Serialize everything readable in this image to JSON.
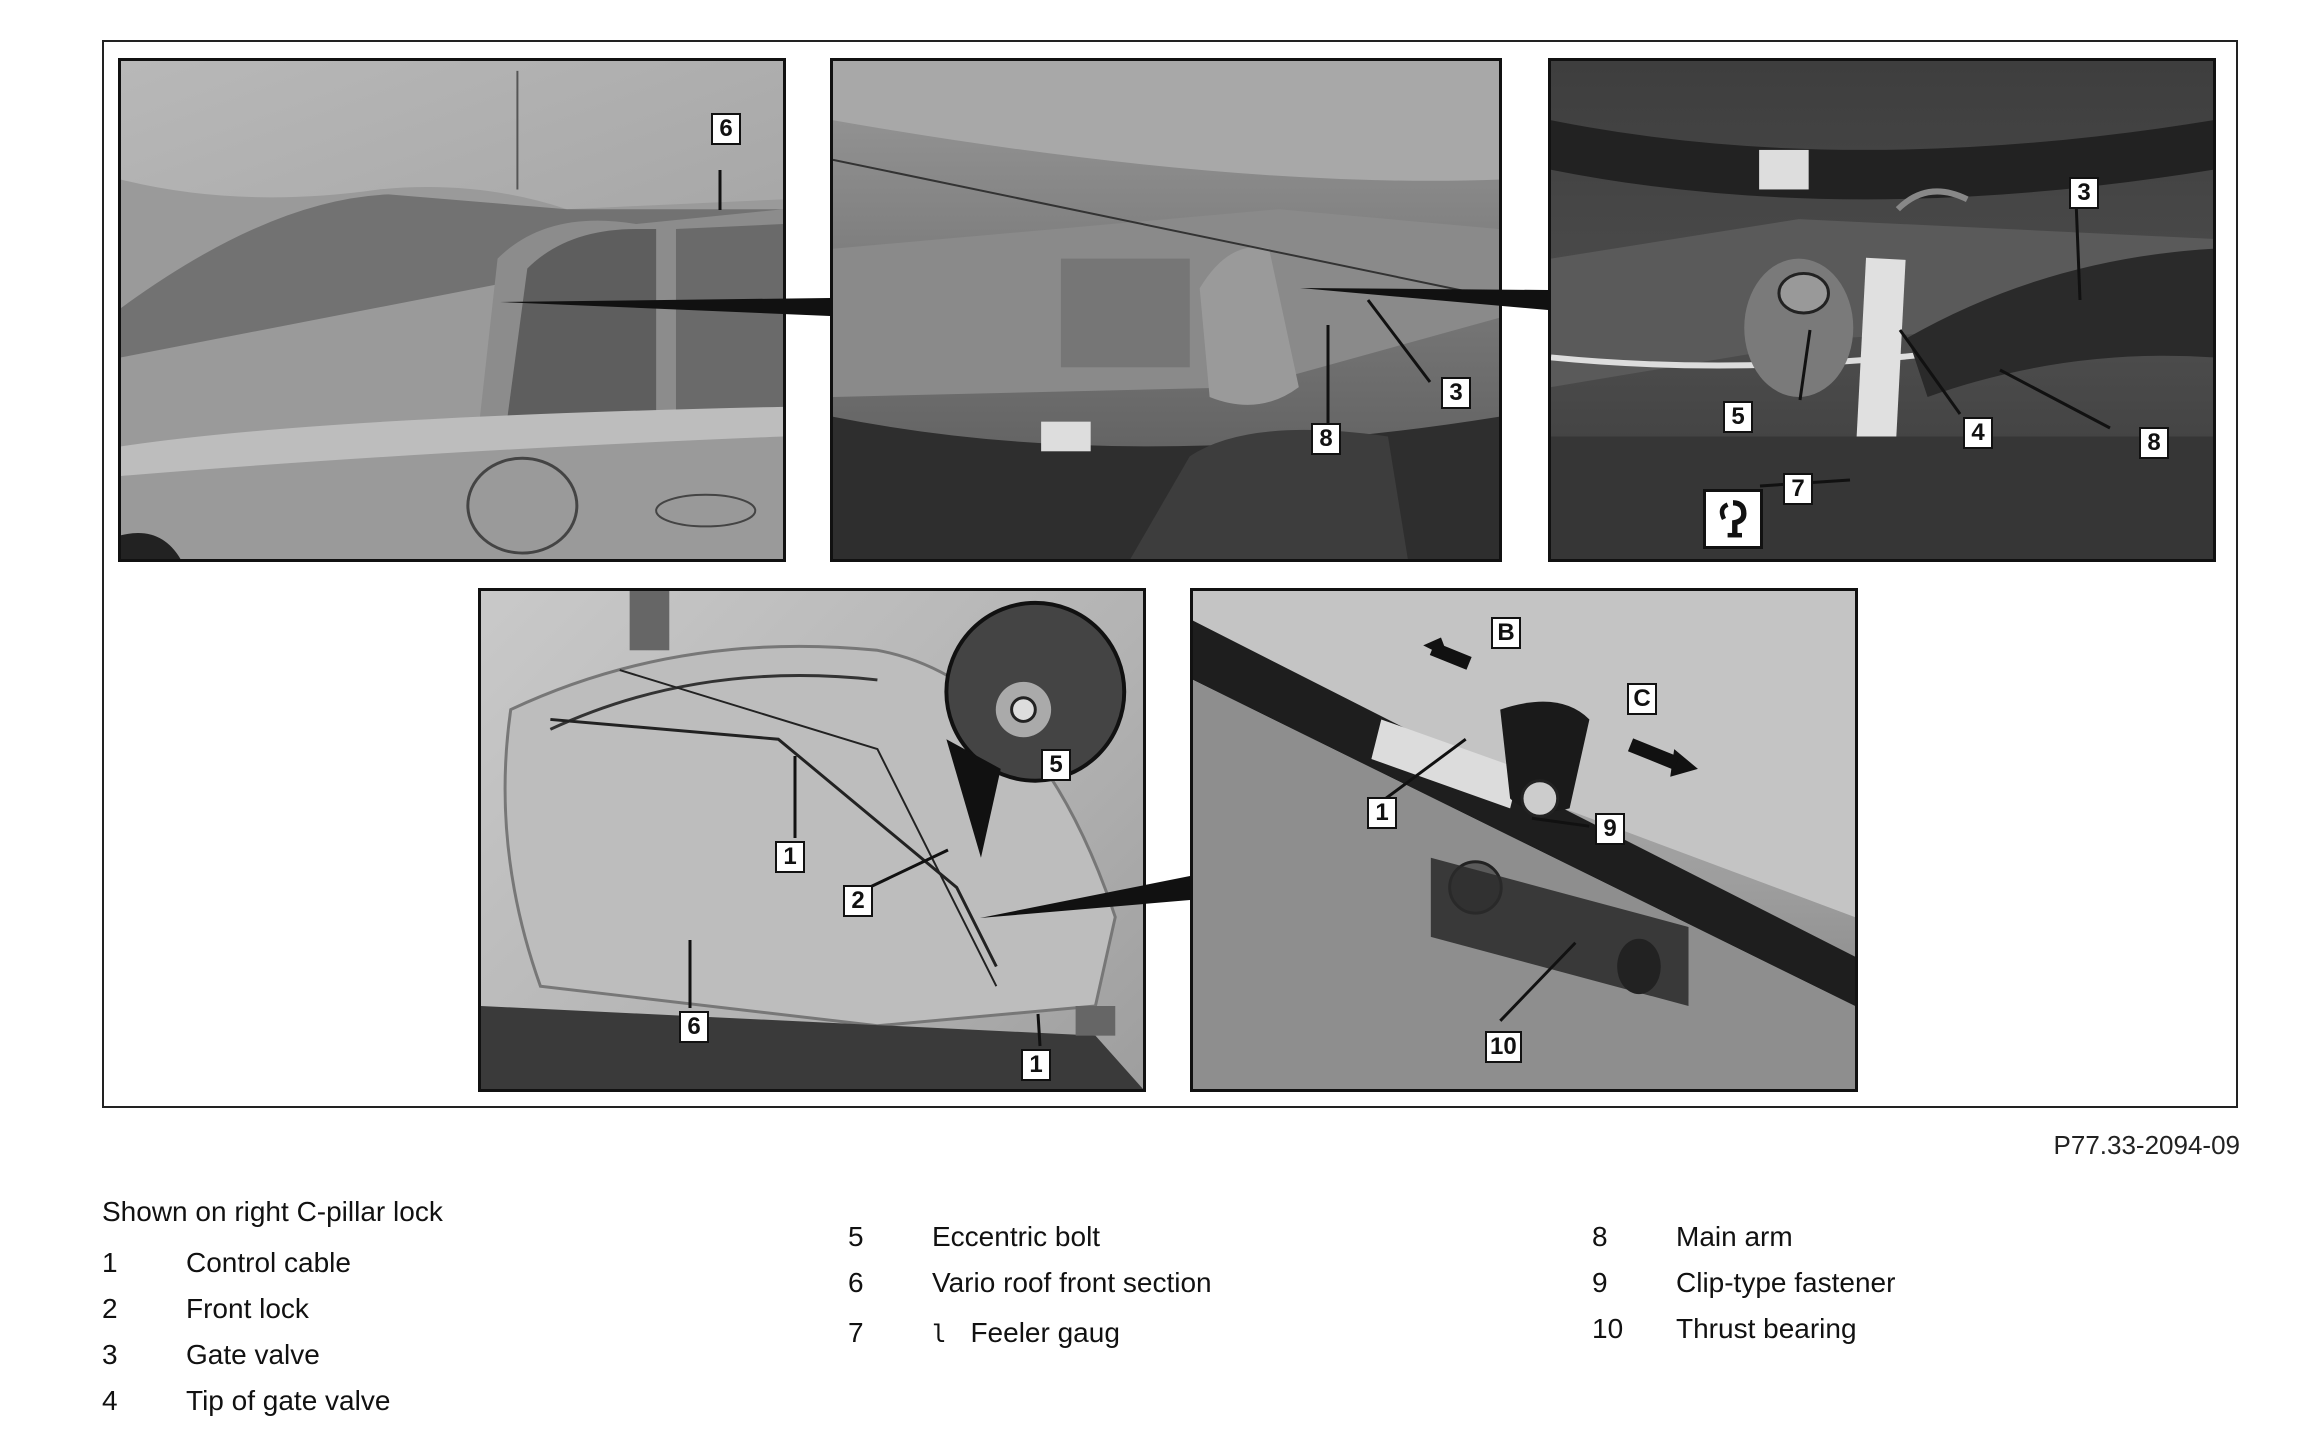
{
  "figure": {
    "reference_code": "P77.33-2094-09",
    "callouts": {
      "p1": [
        "6"
      ],
      "p2": [
        "3",
        "8"
      ],
      "p3": [
        "3",
        "5",
        "4",
        "8",
        "7"
      ],
      "p4": [
        "5",
        "1",
        "2",
        "6",
        "1"
      ],
      "p5": [
        "B",
        "C",
        "1",
        "9",
        "10"
      ]
    },
    "special_tool_icon": "special-tool-icon"
  },
  "legend": {
    "heading": "Shown on right C-pillar lock",
    "items": [
      {
        "num": "1",
        "text": "Control cable"
      },
      {
        "num": "2",
        "text": "Front lock"
      },
      {
        "num": "3",
        "text": "Gate valve"
      },
      {
        "num": "4",
        "text": "Tip of gate valve"
      },
      {
        "num": "5",
        "text": "Eccentric bolt"
      },
      {
        "num": "6",
        "text": "Vario roof front section"
      },
      {
        "num": "7",
        "tool_glyph": "l",
        "text": "Feeler gaug"
      },
      {
        "num": "8",
        "text": "Main arm"
      },
      {
        "num": "9",
        "text": "Clip-type fastener"
      },
      {
        "num": "10",
        "text": "Thrust bearing"
      }
    ]
  }
}
